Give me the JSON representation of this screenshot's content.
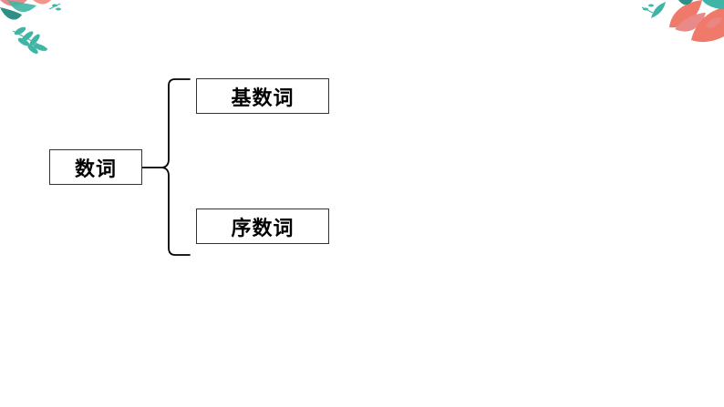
{
  "diagram": {
    "root_label": "数词",
    "branches": [
      {
        "label": "基数词"
      },
      {
        "label": "序数词"
      }
    ]
  },
  "decorations": {
    "top_left": "leaf-cluster-icon",
    "top_right": "leaf-cluster-icon"
  },
  "colors": {
    "leaf_teal": "#3fb5a6",
    "leaf_pink": "#e98a8a",
    "leaf_coral": "#f07a6a",
    "leaf_dark_teal": "#2f8f86",
    "line": "#000000"
  }
}
